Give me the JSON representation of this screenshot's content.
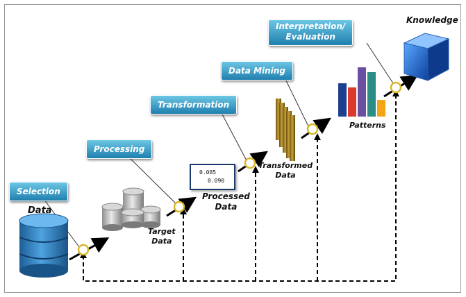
{
  "steps": {
    "selection": "Selection",
    "processing": "Processing",
    "transformation": "Transformation",
    "data_mining": "Data Mining",
    "interpretation_line1": "Interpretation/",
    "interpretation_line2": "Evaluation"
  },
  "stages": {
    "data": "Data",
    "target_line1": "Target",
    "target_line2": "Data",
    "processed_line1": "Processed",
    "processed_line2": "Data",
    "transformed_line1": "Transformed",
    "transformed_line2": "Data",
    "patterns": "Patterns",
    "knowledge": "Knowledge"
  },
  "processed_values": [
    "0.085",
    "0.090"
  ],
  "colors": {
    "tag_top": "#6cc6e4",
    "tag_bottom": "#1f7fae",
    "cylinder": "#2e7fc0",
    "arrow": "#000000",
    "ring": "#d8b62a",
    "cube": "#1e66c9"
  },
  "icons": [
    "database-cylinder-icon",
    "server-stack-icon",
    "value-table-icon",
    "transformed-bars-icon",
    "patterns-bar-chart-icon",
    "knowledge-cube-icon"
  ]
}
